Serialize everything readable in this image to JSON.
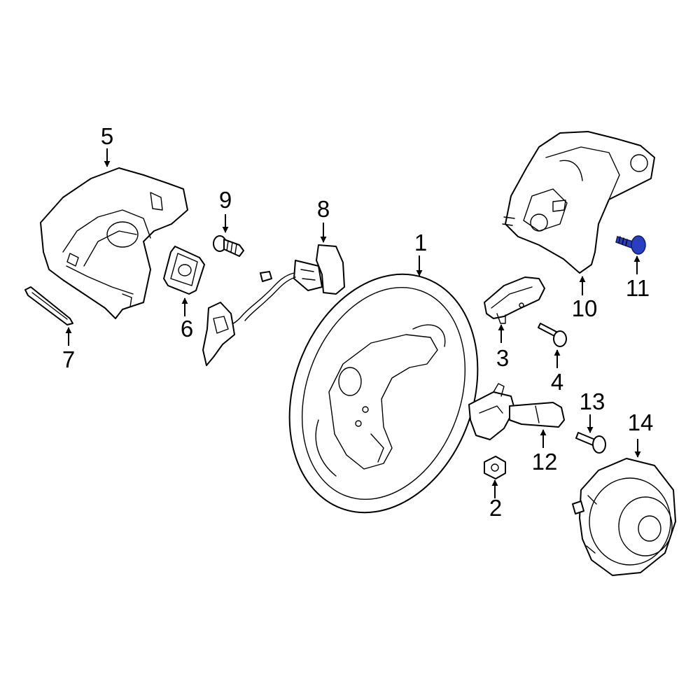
{
  "highlight_color": "#2a3fbf",
  "callouts": {
    "p1": "1",
    "p2": "2",
    "p3": "3",
    "p4": "4",
    "p5": "5",
    "p6": "6",
    "p7": "7",
    "p8": "8",
    "p9": "9",
    "p10": "10",
    "p11": "11",
    "p12": "12",
    "p13": "13",
    "p14": "14"
  }
}
